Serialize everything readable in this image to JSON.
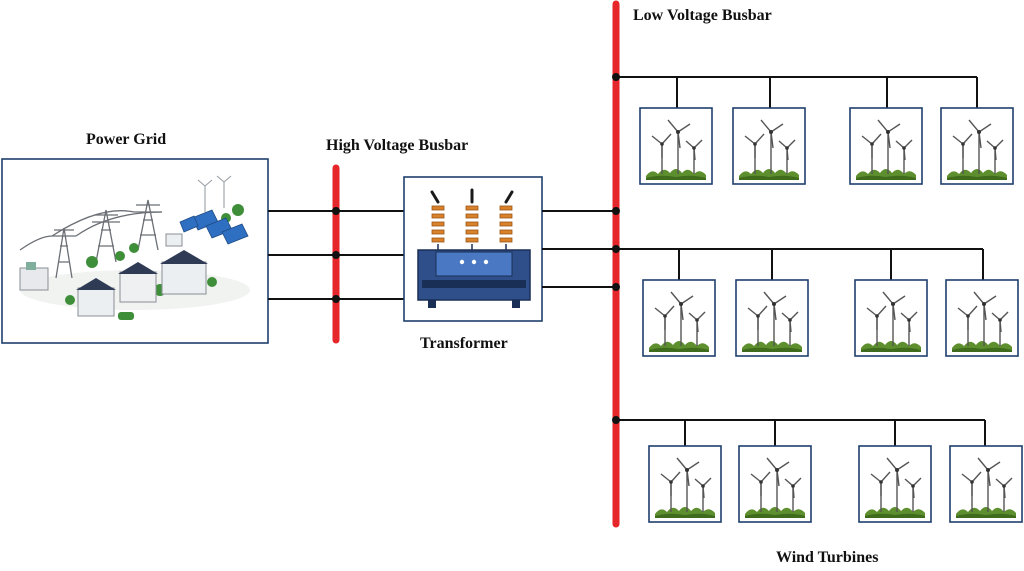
{
  "labels": {
    "power_grid": "Power Grid",
    "high_voltage_busbar": "High Voltage Busbar",
    "low_voltage_busbar": "Low Voltage Busbar",
    "transformer": "Transformer",
    "wind_turbines": "Wind Turbines"
  },
  "colors": {
    "busbar": "#e5262b",
    "line": "#111111",
    "box_border": "#1f3f6e",
    "grass": "#5e8f2e",
    "insulator": "#d9822b",
    "transformer_body": "#2e4f8a"
  },
  "wind_turbine_array": {
    "feeders": 3,
    "turbines_per_feeder": 4
  }
}
